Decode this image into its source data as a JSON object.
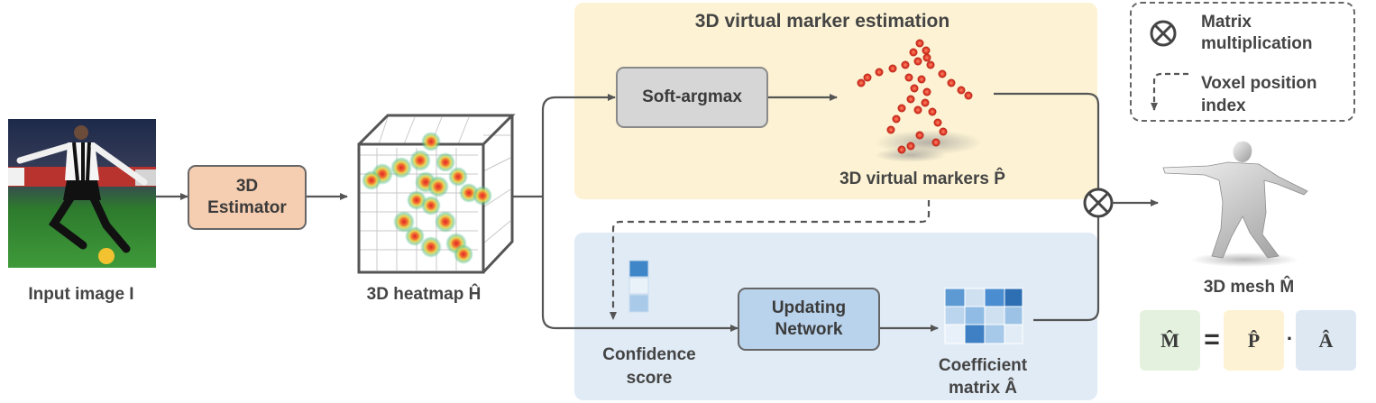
{
  "regions": {
    "marker_estimation_title": "3D virtual marker estimation"
  },
  "legend": {
    "matrix_mult_line1": "Matrix",
    "matrix_mult_line2": "multiplication",
    "voxel_line1": "Voxel position",
    "voxel_line2": "index"
  },
  "nodes": {
    "input_image_label": "Input image I",
    "estimator_line1": "3D",
    "estimator_line2": "Estimator",
    "heatmap_label": "3D heatmap Ĥ",
    "soft_argmax": "Soft-argmax",
    "virtual_markers_label": "3D virtual markers P̂",
    "updating_line1": "Updating",
    "updating_line2": "Network",
    "confidence_line1": "Confidence",
    "confidence_line2": "score",
    "coefficient_line1": "Coefficient",
    "coefficient_line2": "matrix Â",
    "mesh_label": "3D mesh M̂"
  },
  "equation": {
    "lhs": "M̂",
    "equals": "=",
    "p": "P̂",
    "dot": "·",
    "a": "Â"
  },
  "colors": {
    "yellow_region": "#fdf3d4",
    "blue_region": "#e1ebf5",
    "estimator_fill": "#f5cdb0",
    "soft_argmax_fill": "#d6d6d6",
    "updating_fill": "#b9d3ec",
    "eq_green": "#e3f1de",
    "eq_yellow": "#fdf3d4",
    "eq_blue": "#dde8f3"
  }
}
